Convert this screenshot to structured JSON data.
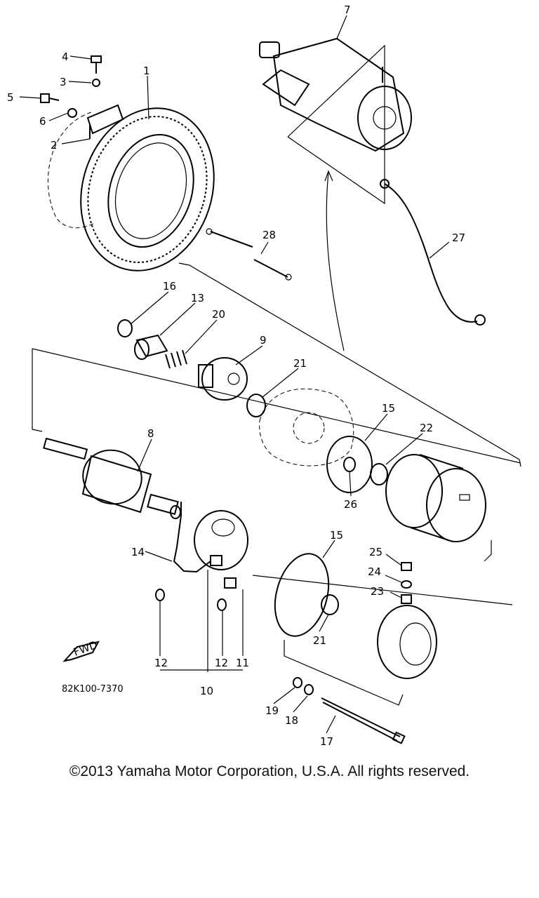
{
  "diagram": {
    "part_code": "82K100-7370",
    "fwd_label": "FWD",
    "callouts": {
      "c1": "1",
      "c2": "2",
      "c3": "3",
      "c4": "4",
      "c5": "5",
      "c6": "6",
      "c7": "7",
      "c8": "8",
      "c9": "9",
      "c10": "10",
      "c11": "11",
      "c12a": "12",
      "c12b": "12",
      "c13": "13",
      "c14": "14",
      "c15a": "15",
      "c15b": "15",
      "c16": "16",
      "c17": "17",
      "c18": "18",
      "c19": "19",
      "c20": "20",
      "c21a": "21",
      "c21b": "21",
      "c22": "22",
      "c23": "23",
      "c24": "24",
      "c25": "25",
      "c26": "26",
      "c27": "27",
      "c28": "28"
    }
  },
  "footer": {
    "copyright": "©2013 Yamaha Motor Corporation, U.S.A. All rights reserved."
  }
}
